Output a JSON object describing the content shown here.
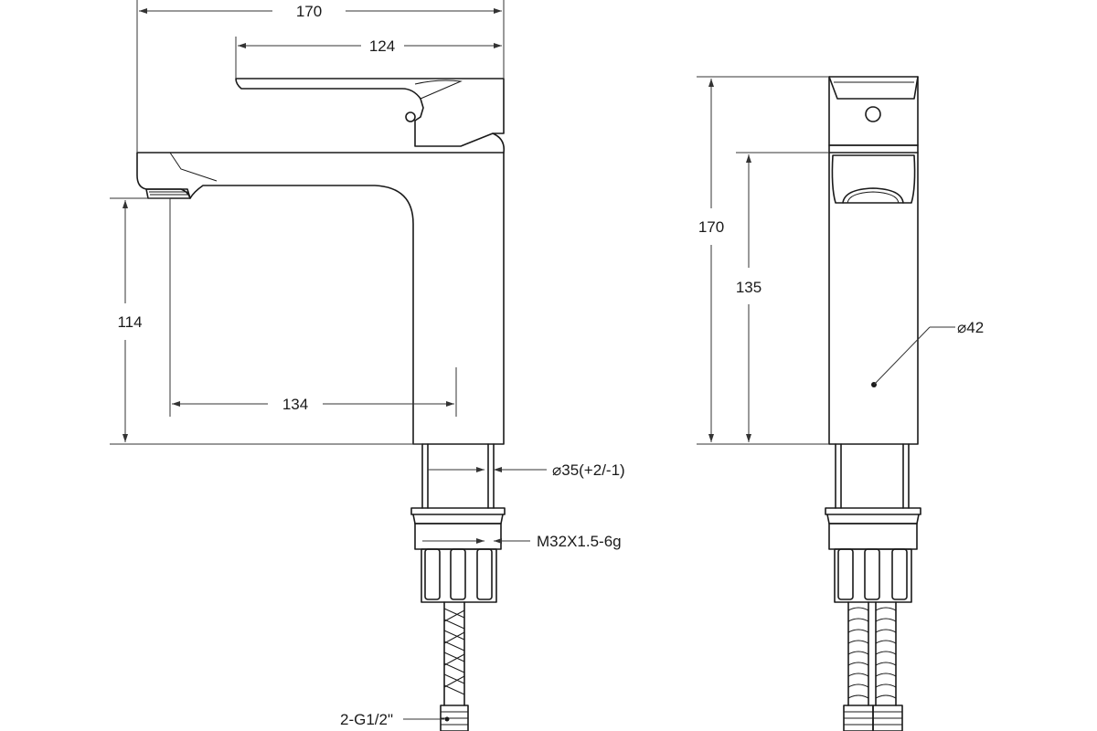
{
  "dimensions": {
    "overall_width": "170",
    "lever_length": "124",
    "spout_height": "114",
    "spout_reach": "134",
    "overall_height": "170",
    "body_height": "135",
    "body_diameter": "⌀42",
    "mount_hole": "⌀35(+2/-1)",
    "thread": "M32X1.5-6g",
    "hose_connection": "2-G1/2\""
  }
}
